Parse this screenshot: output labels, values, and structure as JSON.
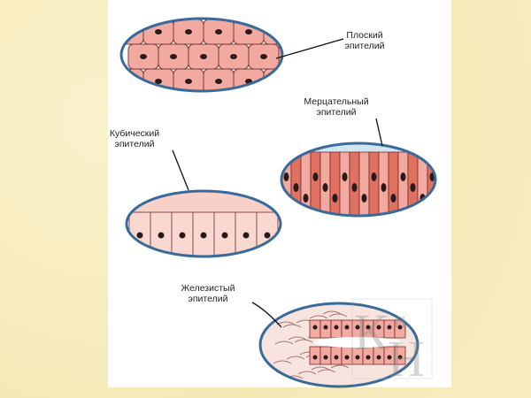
{
  "labels": {
    "squamous": [
      "Плоский",
      "эпителий"
    ],
    "ciliated": [
      "Мерцательный",
      "эпителий"
    ],
    "cuboidal": [
      "Кубический",
      "эпителий"
    ],
    "glandular": [
      "Железистый",
      "эпителий"
    ]
  },
  "watermark": "КиМ",
  "colors": {
    "cell_fill": "#f2a9a0",
    "cell_dark": "#e0705f",
    "outline": "#3a6a9a",
    "nucleus": "#2a1a1a",
    "background": "#f7edbf"
  }
}
